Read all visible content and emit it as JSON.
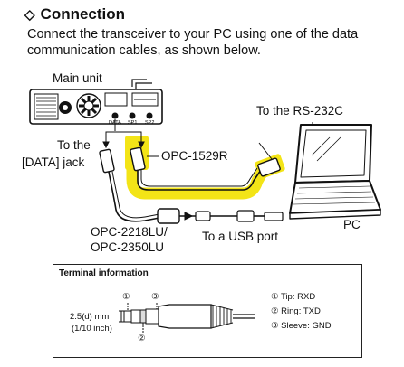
{
  "section": {
    "heading_symbol": "◇",
    "heading": "Connection",
    "intro": "Connect the transceiver to your PC using one of the data communication cables, as shown below."
  },
  "diagram": {
    "main_unit_label": "Main unit",
    "data_jack_label_line1": "To the",
    "data_jack_label_line2": "[DATA] jack",
    "rs232c_label": "To the RS-232C",
    "opc1529r_label": "OPC-1529R",
    "opc2218lu_label": "OPC-2218LU/",
    "opc2350lu_label": "OPC-2350LU",
    "usb_label": "To a USB port",
    "pc_label": "PC",
    "unit_jack_labels": [
      "DATA",
      "SP1",
      "SP2"
    ],
    "highlight_color": "#f3e417"
  },
  "terminal_info": {
    "title": "Terminal information",
    "plug_size_line1": "2.5(d) mm",
    "plug_size_line2": "(1/10 inch)",
    "markers": [
      "①",
      "②",
      "③"
    ],
    "pins": [
      {
        "marker": "①",
        "label": "Tip: RXD"
      },
      {
        "marker": "②",
        "label": "Ring: TXD"
      },
      {
        "marker": "③",
        "label": "Sleeve: GND"
      }
    ]
  }
}
